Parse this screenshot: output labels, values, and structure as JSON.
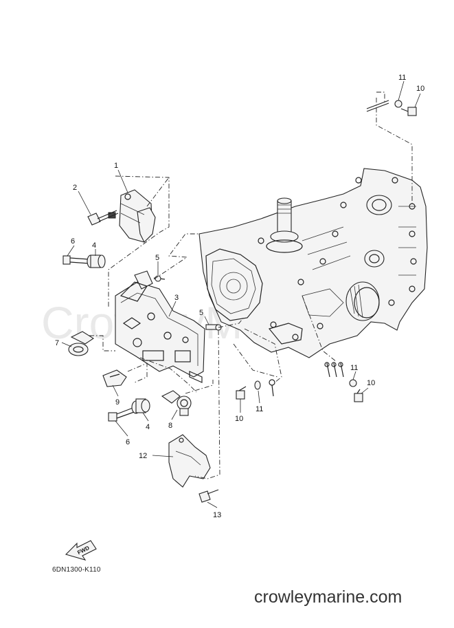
{
  "watermark": "CrowleyMarine",
  "callouts": {
    "c1": "1",
    "c2": "2",
    "c3": "3",
    "c4a": "4",
    "c4b": "4",
    "c5a": "5",
    "c5b": "5",
    "c6a": "6",
    "c6b": "6",
    "c7": "7",
    "c8": "8",
    "c9": "9",
    "c10a": "10",
    "c10b": "10",
    "c10c": "10",
    "c11a": "11",
    "c11b": "11",
    "c11c": "11",
    "c12": "12",
    "c13": "13"
  },
  "fwd_label": "FWD",
  "diagram_code": "6DN1300-K110",
  "site_footer": "crowleymarine.com"
}
